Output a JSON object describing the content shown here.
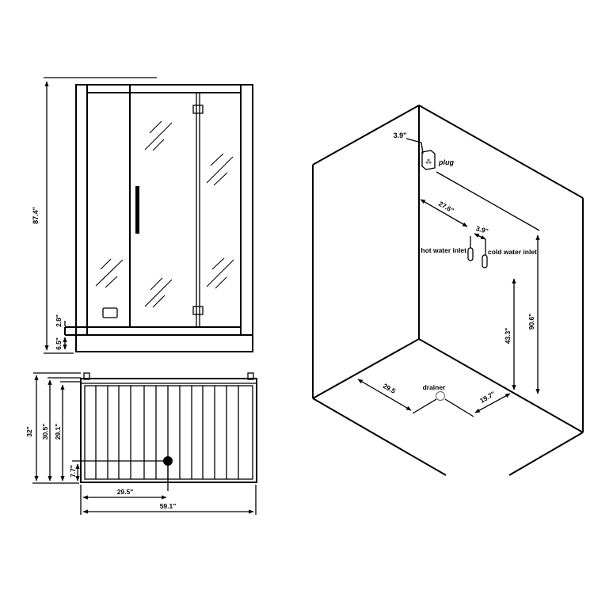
{
  "front_view": {
    "height_total": "87.4\"",
    "step_height": "2.8\"",
    "base_height": "6.5\""
  },
  "top_view": {
    "depth_total": "32\"",
    "depth_inner": "30.5\"",
    "depth_tray": "29.1\"",
    "drain_offset_depth": "7.7\"",
    "drain_offset_width": "29.5\"",
    "width_total": "59.1\""
  },
  "install_view": {
    "plug_offset": "3.9\"",
    "plug_label": "plug",
    "inlet_distance": "27.6\"",
    "inlet_spacing": "3.9\"",
    "hot_inlet_label": "hot water inlet",
    "cold_inlet_label": "cold water inlet",
    "inlet_height": "43.3\"",
    "wall_height": "90.6\"",
    "drainer_label": "drainer",
    "drainer_left": "29.5",
    "drainer_right": "19.7\""
  },
  "colors": {
    "line": "#000000",
    "background": "#ffffff"
  }
}
